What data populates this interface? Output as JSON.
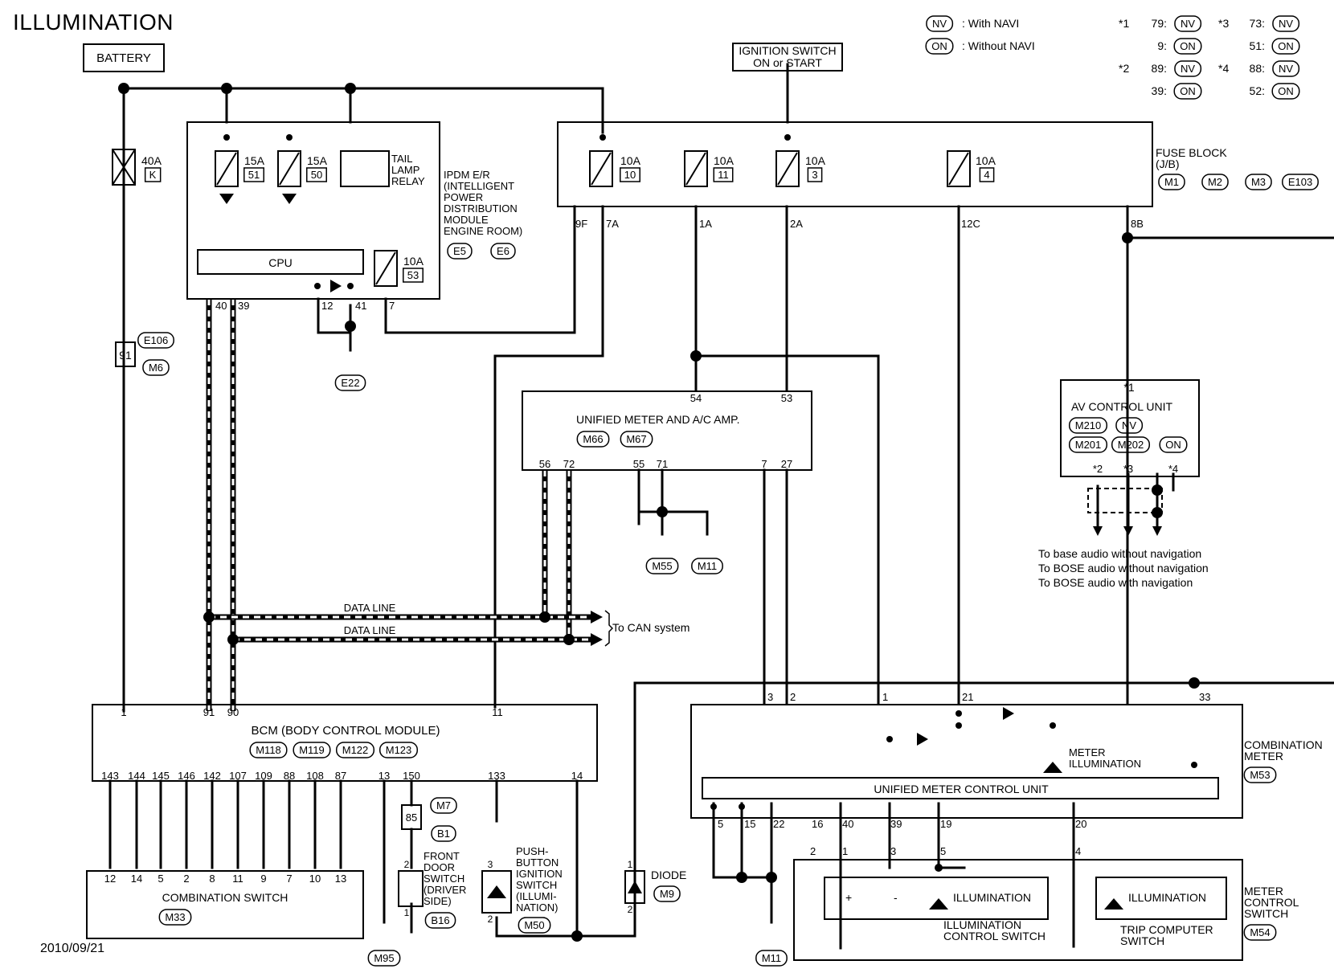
{
  "title": "ILLUMINATION",
  "date": "2010/09/21",
  "legend": {
    "nv": {
      "code": "NV",
      "label": ": With NAVI"
    },
    "on": {
      "code": "ON",
      "label": ": Without NAVI"
    },
    "notes": [
      {
        "mark": "*1",
        "rows": [
          [
            "79:",
            "NV"
          ],
          [
            "9:",
            "ON"
          ]
        ]
      },
      {
        "mark": "*2",
        "rows": [
          [
            "89:",
            "NV"
          ],
          [
            "39:",
            "ON"
          ]
        ]
      },
      {
        "mark": "*3",
        "rows": [
          [
            "73:",
            "NV"
          ],
          [
            "51:",
            "ON"
          ]
        ]
      },
      {
        "mark": "*4",
        "rows": [
          [
            "88:",
            "NV"
          ],
          [
            "52:",
            "ON"
          ]
        ]
      }
    ]
  },
  "battery": "BATTERY",
  "ignition": [
    "IGNITION SWITCH",
    "ON or START"
  ],
  "fuse_40a": {
    "rating": "40A",
    "id": "K"
  },
  "connector_e106": {
    "pin": "91",
    "conn": [
      "E106",
      "M6"
    ]
  },
  "ipdm": {
    "fuses": [
      {
        "rating": "15A",
        "id": "51"
      },
      {
        "rating": "15A",
        "id": "50"
      },
      {
        "rating": "10A",
        "id": "53"
      }
    ],
    "relay": [
      "TAIL",
      "LAMP",
      "RELAY"
    ],
    "cpu": "CPU",
    "name": [
      "IPDM E/R",
      "(INTELLIGENT",
      "POWER",
      "DISTRIBUTION",
      "MODULE",
      "ENGINE ROOM)"
    ],
    "conn": [
      "E5",
      "E6"
    ],
    "pins": [
      "40",
      "39",
      "12",
      "41",
      "7"
    ],
    "ground": "E22"
  },
  "fuse_block": {
    "fuses": [
      {
        "rating": "10A",
        "id": "10"
      },
      {
        "rating": "10A",
        "id": "11"
      },
      {
        "rating": "10A",
        "id": "3"
      },
      {
        "rating": "10A",
        "id": "4"
      }
    ],
    "name": [
      "FUSE BLOCK",
      "(J/B)"
    ],
    "conn": [
      "M1",
      "M2",
      "M3",
      "E103"
    ],
    "pins": [
      "9F",
      "7A",
      "1A",
      "2A",
      "12C",
      "8B"
    ]
  },
  "unified_amp": {
    "name": "UNIFIED METER AND A/C AMP.",
    "conn": [
      "M66",
      "M67"
    ],
    "top_pins": [
      "54",
      "53"
    ],
    "bottom_pins": [
      "56",
      "72",
      "55",
      "71",
      "7",
      "27"
    ],
    "grounds": [
      "M55",
      "M11"
    ]
  },
  "data_lines": [
    "DATA LINE",
    "DATA LINE"
  ],
  "can_label": "To CAN system",
  "av_unit": {
    "mark": "*1",
    "name": "AV CONTROL UNIT",
    "conn_nv": [
      "M210",
      "NV"
    ],
    "conn_on": [
      "M201",
      "M202",
      "ON"
    ],
    "pins": [
      "*2",
      "*3",
      "*4"
    ],
    "notes": [
      "To base audio without navigation",
      "To BOSE audio without navigation",
      "To BOSE audio with navigation"
    ]
  },
  "bcm": {
    "name": "BCM (BODY CONTROL MODULE)",
    "conn": [
      "M118",
      "M119",
      "M122",
      "M123"
    ],
    "top_pins": [
      "1",
      "91",
      "90",
      "11"
    ],
    "bottom_pins": [
      "143",
      "144",
      "145",
      "146",
      "142",
      "107",
      "109",
      "88",
      "108",
      "87",
      "13",
      "150",
      "133",
      "14"
    ]
  },
  "combination_switch": {
    "name": "COMBINATION SWITCH",
    "conn": "M33",
    "pins": [
      "12",
      "14",
      "5",
      "2",
      "8",
      "11",
      "9",
      "7",
      "10",
      "13"
    ]
  },
  "ground_m95": "M95",
  "conn_m7": {
    "pin": "85",
    "conn": [
      "M7",
      "B1"
    ]
  },
  "door_switch": {
    "pins": [
      "2",
      "1"
    ],
    "name": [
      "FRONT",
      "DOOR",
      "SWITCH",
      "(DRIVER",
      "SIDE)"
    ],
    "conn": "B16"
  },
  "push_button": {
    "pins": [
      "3",
      "2"
    ],
    "name": [
      "PUSH-",
      "BUTTON",
      "IGNITION",
      "SWITCH",
      "(ILLUMI-",
      "NATION)"
    ],
    "conn": "M50"
  },
  "diode": {
    "pins": [
      "1",
      "2"
    ],
    "name": "DIODE",
    "conn": "M9"
  },
  "combination_meter": {
    "top_pins": [
      "3",
      "2",
      "1",
      "21",
      "33"
    ],
    "illum": [
      "METER",
      "ILLUMINATION"
    ],
    "control_unit": "UNIFIED METER CONTROL UNIT",
    "name": [
      "COMBINATION",
      "METER"
    ],
    "conn": "M53",
    "bottom_pins": [
      "5",
      "15",
      "22",
      "16",
      "40",
      "39",
      "19",
      "20"
    ],
    "ground": "M11"
  },
  "meter_control_switch": {
    "pins": [
      "2",
      "1",
      "3",
      "5",
      "4"
    ],
    "illum_switch": {
      "illum": "ILLUMINATION",
      "name": [
        "ILLUMINATION",
        "CONTROL SWITCH"
      ],
      "plus": "+",
      "minus": "-"
    },
    "trip_switch": {
      "illum": "ILLUMINATION",
      "name": [
        "TRIP COMPUTER",
        "SWITCH"
      ]
    },
    "name": [
      "METER",
      "CONTROL",
      "SWITCH"
    ],
    "conn": "M54"
  }
}
